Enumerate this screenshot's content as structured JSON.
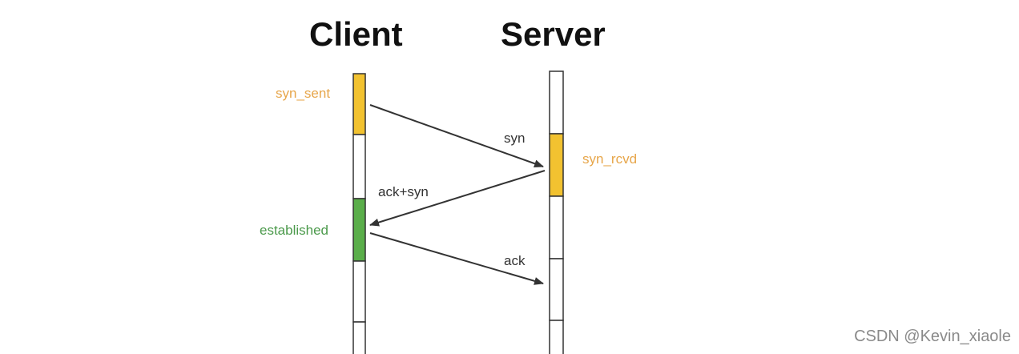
{
  "diagram": {
    "client_title": "Client",
    "server_title": "Server",
    "states": {
      "syn_sent": "syn_sent",
      "syn_rcvd": "syn_rcvd",
      "established": "established"
    },
    "messages": {
      "syn": "syn",
      "ack_syn": "ack+syn",
      "ack": "ack"
    }
  },
  "colors": {
    "syn_state": "#f2c230",
    "established_state": "#5aae4a",
    "syn_sent_label": "#e7a64a",
    "syn_rcvd_label": "#e7a64a",
    "established_label": "#4c9a4c",
    "arrow": "#333333",
    "lifeline_border": "#333333"
  },
  "watermark": "CSDN @Kevin_xiaole"
}
